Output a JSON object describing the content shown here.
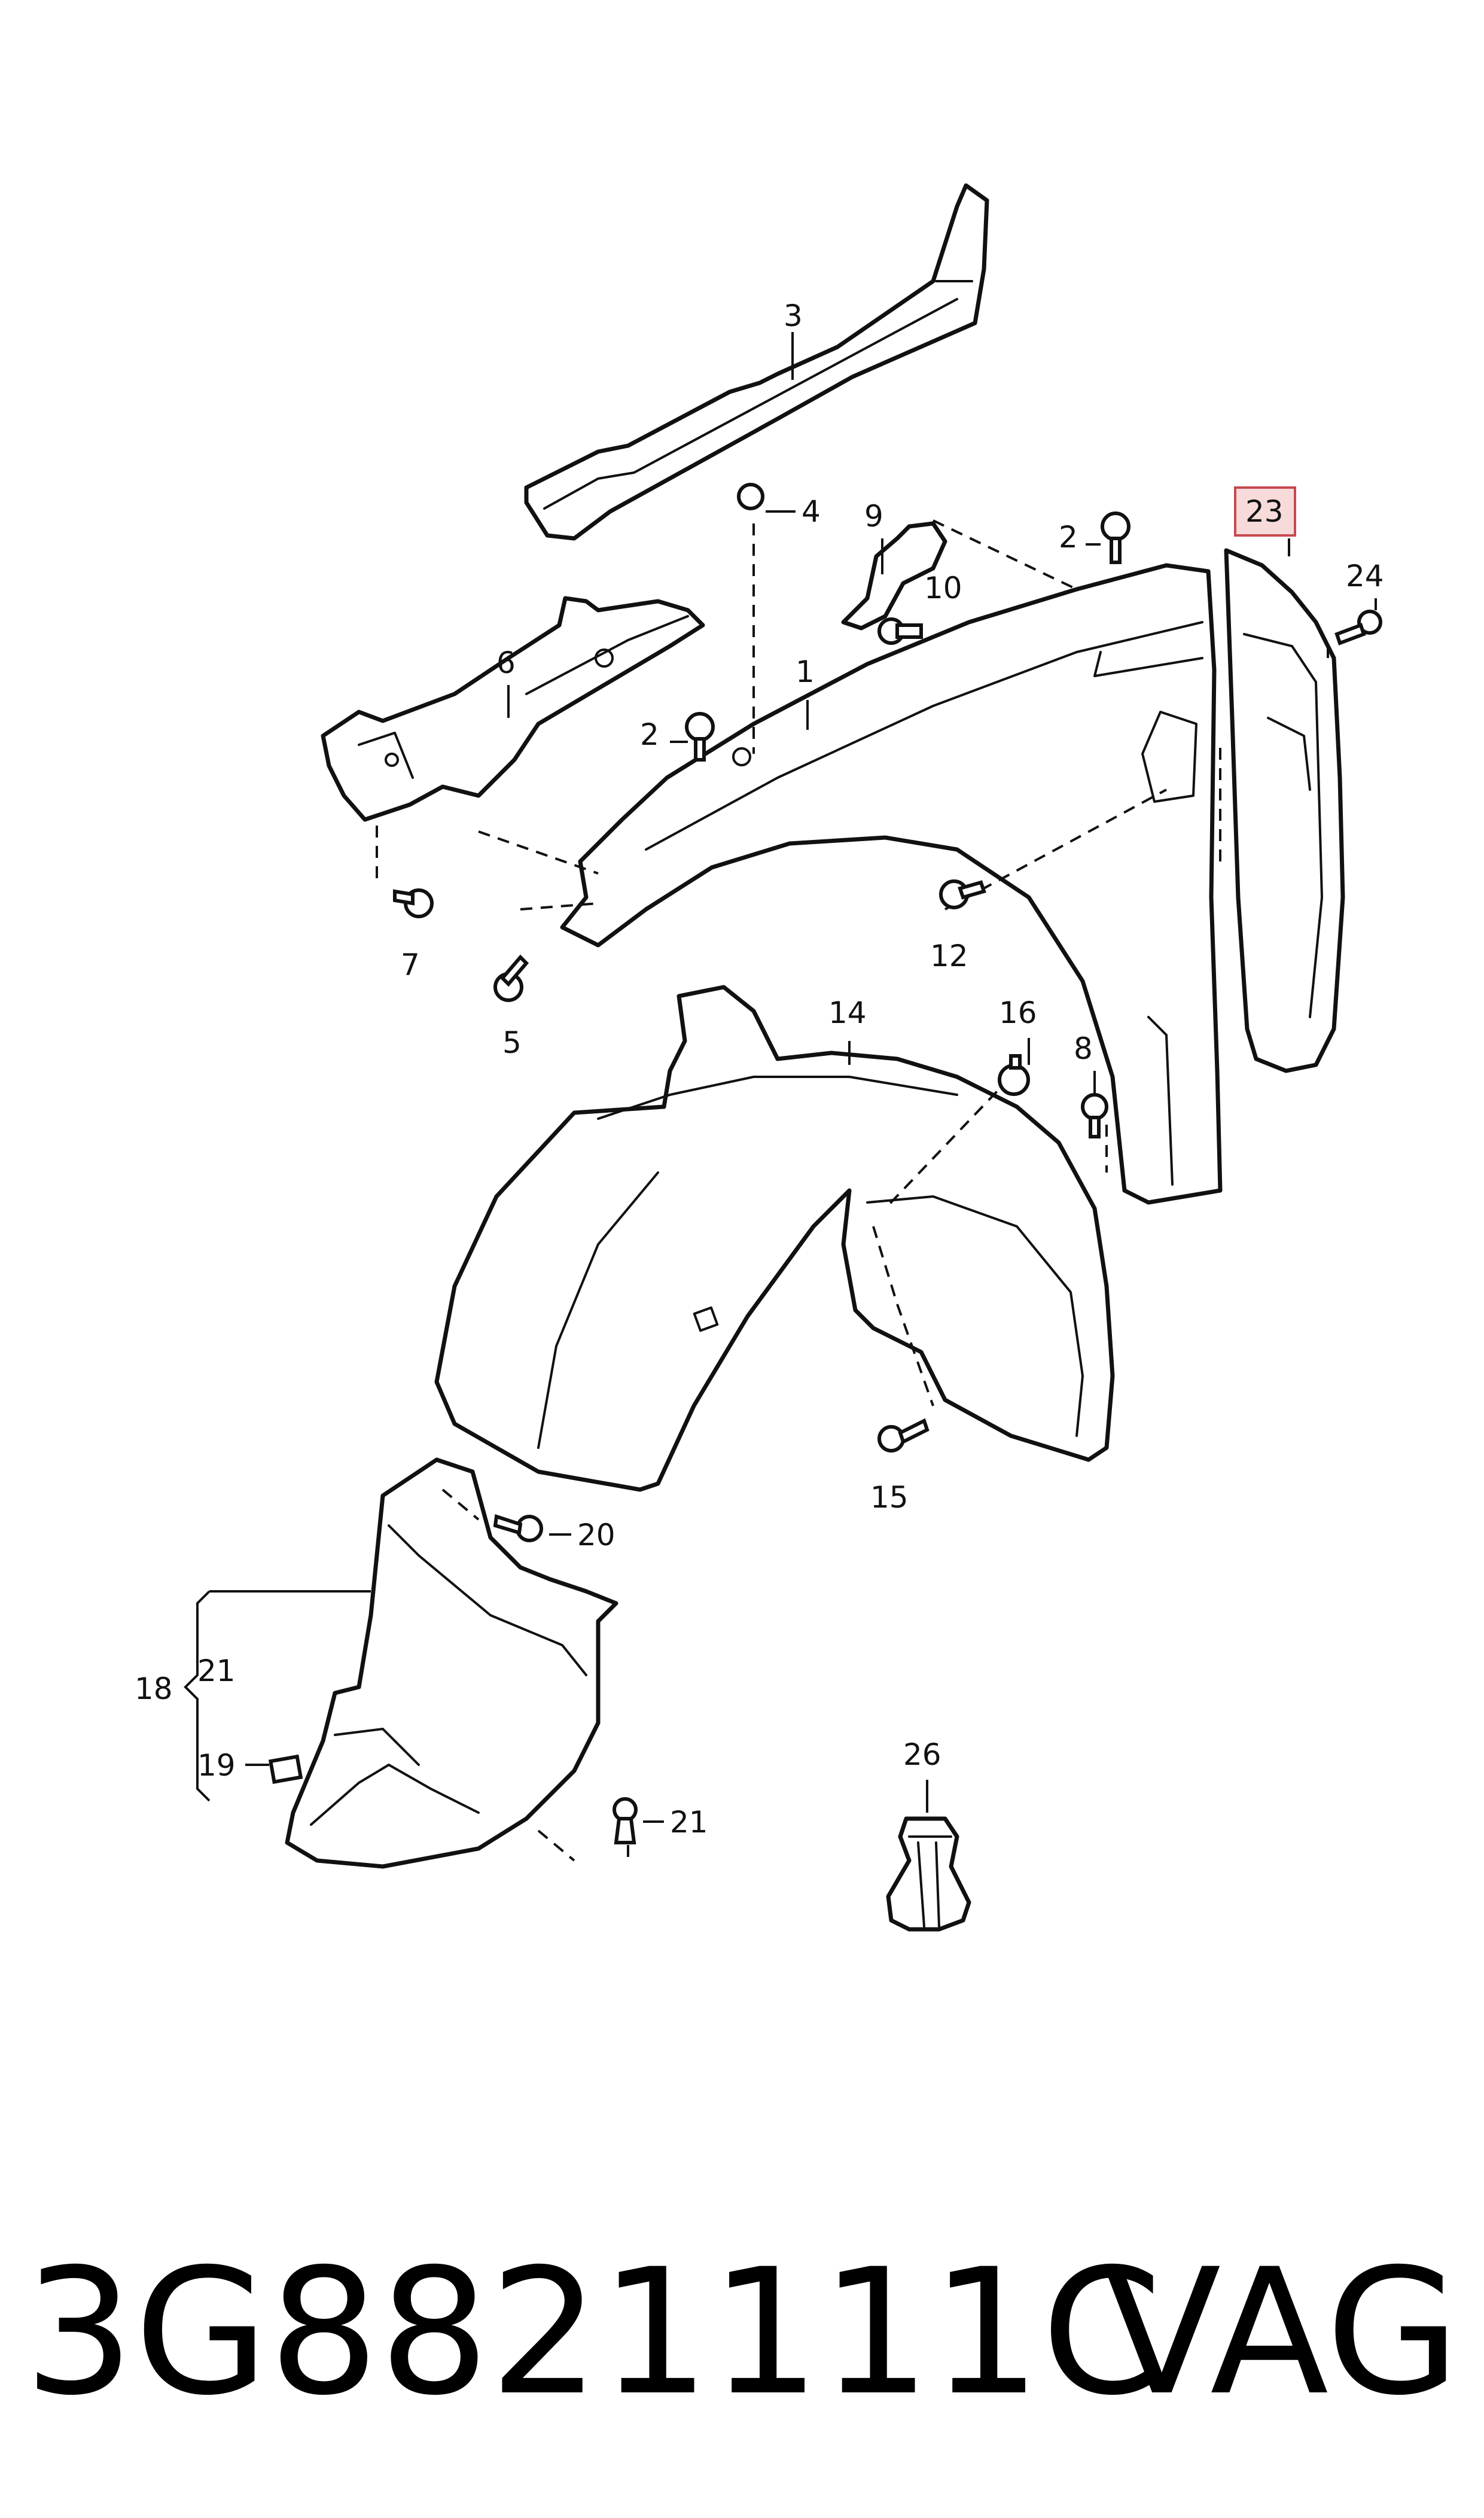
{
  "diagram": {
    "callouts": {
      "c1": "1",
      "c2a": "2",
      "c2b": "2",
      "c3": "3",
      "c4": "4",
      "c5": "5",
      "c6": "6",
      "c7": "7",
      "c8": "8",
      "c9": "9",
      "c10": "10",
      "c12": "12",
      "c14": "14",
      "c15": "15",
      "c16": "16",
      "c18": "18",
      "c19": "19",
      "c20": "20",
      "c21a": "21",
      "c21b": "21",
      "c23": "23",
      "c24": "24",
      "c26": "26"
    },
    "highlighted_callout": "23",
    "colors": {
      "line": "#111111",
      "highlight_fill": "#f7dada",
      "highlight_border": "#c8494f"
    }
  },
  "footer": {
    "part_number": "3G8821111C",
    "brand": "VAG"
  }
}
